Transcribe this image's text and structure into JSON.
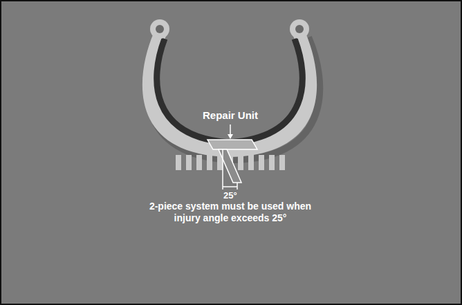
{
  "diagram": {
    "labels": [
      "Repair Unit",
      "25°",
      "2-piece system must be used when injury angle exceeds 25°"
    ]
  }
}
